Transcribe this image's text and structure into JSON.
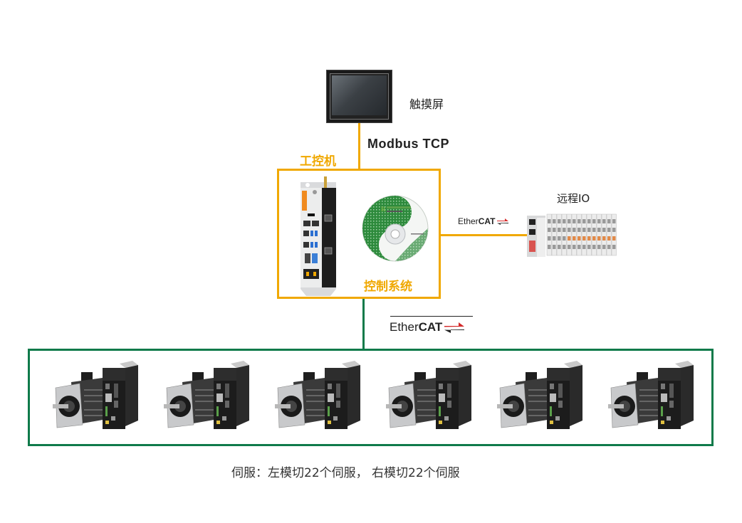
{
  "touchscreen": {
    "label": "触摸屏",
    "icon": "touchscreen-hmi-icon"
  },
  "link_hmi": {
    "protocol": "Modbus TCP"
  },
  "ipc": {
    "label": "工控机",
    "device_icon": "industrial-pc-icon"
  },
  "control_system": {
    "label": "控制系统",
    "icon": "software-cd-icon"
  },
  "link_remote_io": {
    "protocol_prefix": "Ether",
    "protocol_suffix": "CAT",
    "icon": "ethercat-logo-icon"
  },
  "remote_io": {
    "label": "远程IO",
    "icon": "remote-io-module-icon"
  },
  "link_servo": {
    "protocol_prefix": "Ether",
    "protocol_suffix": "CAT",
    "icon": "ethercat-logo-icon"
  },
  "servos": {
    "count_shown": 6,
    "items": [
      {
        "icon": "servo-motor-drive-icon"
      },
      {
        "icon": "servo-motor-drive-icon"
      },
      {
        "icon": "servo-motor-drive-icon"
      },
      {
        "icon": "servo-motor-drive-icon"
      },
      {
        "icon": "servo-motor-drive-icon"
      },
      {
        "icon": "servo-motor-drive-icon"
      }
    ],
    "caption": "伺服：左模切22个伺服， 右模切22个伺服"
  },
  "colors": {
    "ipc_frame": "#f0a800",
    "servo_frame": "#0f7a4a",
    "ethercat_red": "#d42a2a"
  }
}
